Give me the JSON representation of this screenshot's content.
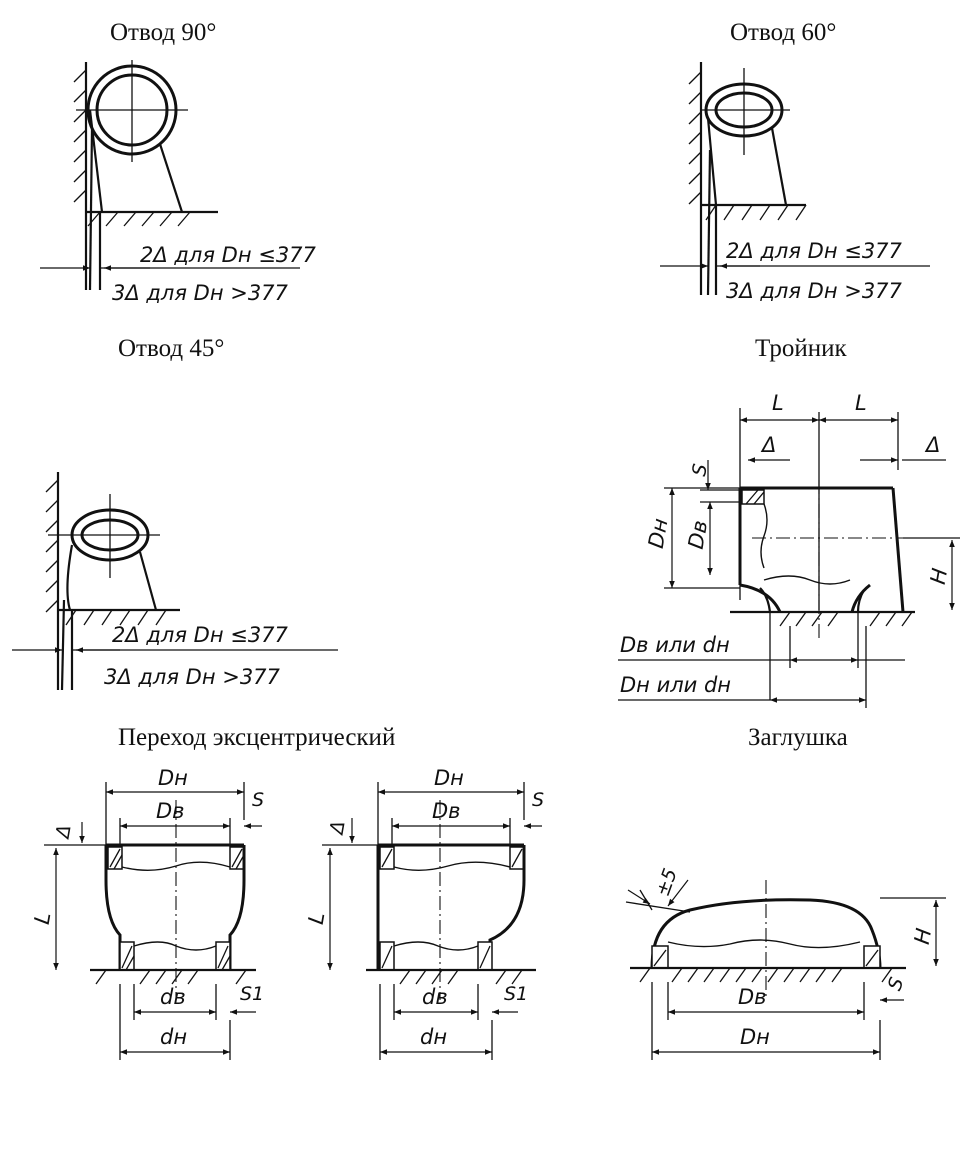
{
  "captions": {
    "elbow90": "Отвод 90°",
    "elbow60": "Отвод 60°",
    "elbow45": "Отвод 45°",
    "tee": "Тройник",
    "reducer": "Переход эксцентрический",
    "cap": "Заглушка"
  },
  "labels": {
    "gap2": "2Δ для Dн ≤377",
    "gap3": "3Δ для Dн >377",
    "L": "L",
    "delta": "Δ",
    "S": "S",
    "S1": "S1",
    "Dn": "Dн",
    "Db": "Dв",
    "H": "H",
    "db": "dв",
    "dn": "dн",
    "db_or_dn": "Dв или dн",
    "dn_or_dn": "Dн или dн",
    "tol5": "±5"
  }
}
